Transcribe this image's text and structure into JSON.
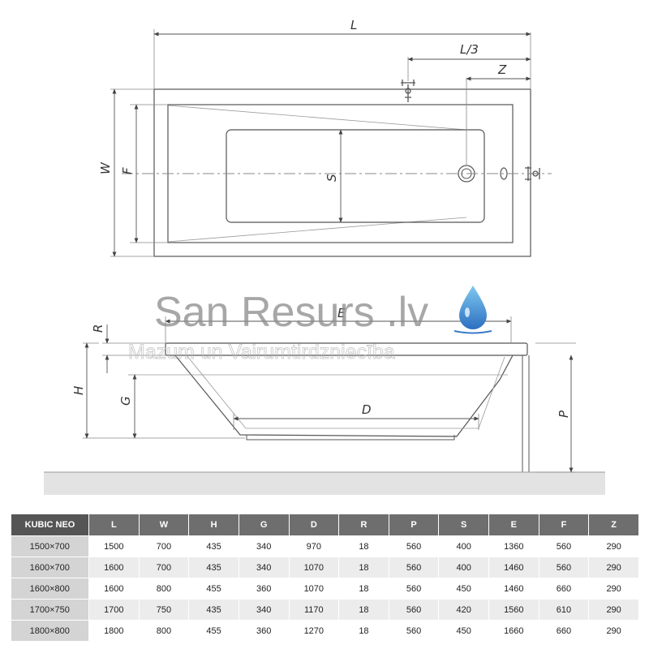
{
  "drawing": {
    "labels": {
      "L": "L",
      "L3": "L/3",
      "Z": "Z",
      "W": "W",
      "F": "F",
      "S": "S",
      "E": "E",
      "R": "R",
      "H": "H",
      "G": "G",
      "D": "D",
      "P": "P"
    }
  },
  "watermark": {
    "brand": "San Resurs .lv",
    "tagline": "Mazum un Vairumtirdzniecība",
    "logo_icon": "water-drop-icon"
  },
  "table": {
    "headers": [
      "KUBIC NEO",
      "L",
      "W",
      "H",
      "G",
      "D",
      "R",
      "P",
      "S",
      "E",
      "F",
      "Z"
    ],
    "rows": [
      [
        "1500×700",
        "1500",
        "700",
        "435",
        "340",
        "970",
        "18",
        "560",
        "400",
        "1360",
        "560",
        "290"
      ],
      [
        "1600×700",
        "1600",
        "700",
        "435",
        "340",
        "1070",
        "18",
        "560",
        "400",
        "1460",
        "560",
        "290"
      ],
      [
        "1600×800",
        "1600",
        "800",
        "455",
        "360",
        "1070",
        "18",
        "560",
        "450",
        "1460",
        "660",
        "290"
      ],
      [
        "1700×750",
        "1700",
        "750",
        "435",
        "340",
        "1170",
        "18",
        "560",
        "420",
        "1560",
        "610",
        "290"
      ],
      [
        "1800×800",
        "1800",
        "800",
        "455",
        "360",
        "1270",
        "18",
        "560",
        "450",
        "1660",
        "660",
        "290"
      ]
    ]
  }
}
